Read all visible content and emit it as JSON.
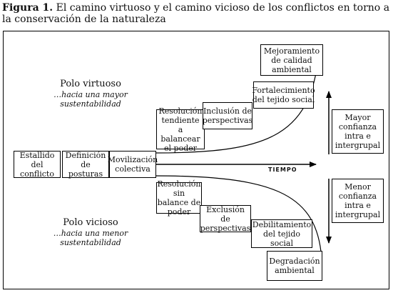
{
  "figure": {
    "number_label": "Figura 1.",
    "title_rest": " El camino virtuoso y el camino vicioso de los conflictos en torno a la conservación de la naturaleza"
  },
  "poles": {
    "virtuous": {
      "title": "Polo virtuoso",
      "subtitle": "…hacia una mayor sustentabilidad"
    },
    "vicious": {
      "title": "Polo vicioso",
      "subtitle": "…hacia una menor sustentabilidad"
    }
  },
  "time_label": "TIEMPO",
  "boxes": {
    "start": "Estallido del conflicto",
    "definition": "Definición de posturas",
    "mobilization": "Movilización colectiva",
    "balanced_resolution": "Resolución tendiente a balancear el poder",
    "perspective_inclusion": "Inclusión de perspectivas",
    "social_strengthening": "Fortalecimiento del tejido social",
    "environmental_improvement": "Mejoramiento de calidad ambiental",
    "unbalanced_resolution": "Resolución sin balance de poder",
    "perspective_exclusion": "Exclusión de perspectivas",
    "social_weakening": "Debilitamiento del tejido social",
    "environmental_degradation": "Degradación ambiental",
    "more_trust": "Mayor confianza intra e intergrupal",
    "less_trust": "Menor confianza intra e intergrupal"
  }
}
